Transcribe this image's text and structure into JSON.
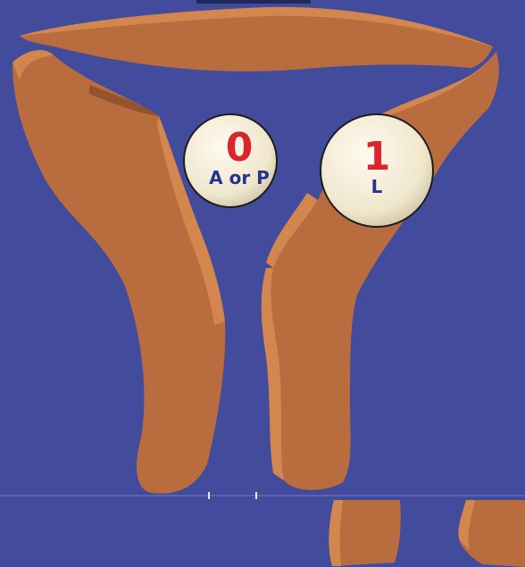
{
  "colors": {
    "background": "#434b9c",
    "tissue": "#b96d3f",
    "tissue_highlight": "#d3874f",
    "tissue_shadow": "#93532c",
    "badge_fill": "#f3ecd6",
    "number": "#d8262c",
    "position_text": "#25338f"
  },
  "badges": [
    {
      "number": "0",
      "position": "A or P",
      "icon": "left-marker-circle"
    },
    {
      "number": "1",
      "position": "L",
      "icon": "right-marker-circle"
    }
  ]
}
